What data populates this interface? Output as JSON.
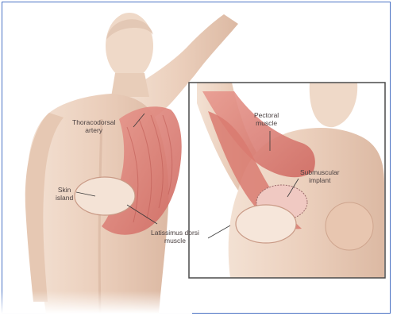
{
  "colors": {
    "frame_border": "#4a72c4",
    "skin": "#ecd2c0",
    "skin_shadow": "#d8b49e",
    "muscle": "#d9756c",
    "muscle_light": "#e9a49a",
    "inset_border": "#4a4a4a",
    "leader_line": "#3a3a3a"
  },
  "labels": {
    "thoracodorsal_l1": "Thoracodorsal",
    "thoracodorsal_l2": "artery",
    "skin_island_l1": "Skin",
    "skin_island_l2": "island",
    "latissimus_l1": "Latissimus dorsi",
    "latissimus_l2": "muscle",
    "pectoral_l1": "Pectoral",
    "pectoral_l2": "muscle",
    "submuscular_l1": "Submuscular",
    "submuscular_l2": "implant"
  }
}
